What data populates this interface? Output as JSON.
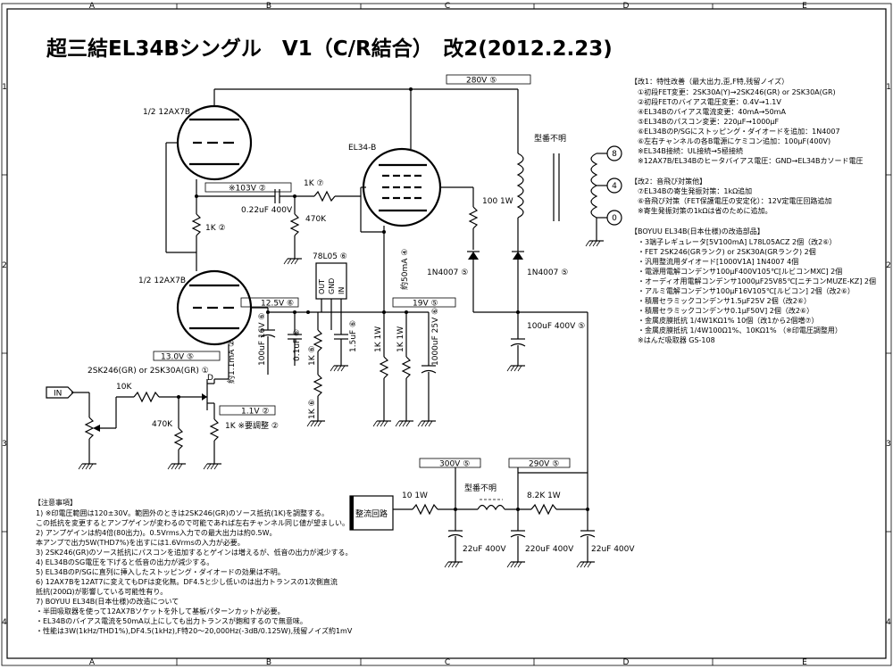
{
  "title": "超三結EL34Bシングル　V1（C/R結合）　改2(2012.2.23)",
  "border": {
    "cols": [
      "A",
      "B",
      "C",
      "D",
      "E"
    ],
    "rows": [
      "1",
      "2",
      "3",
      "4"
    ]
  },
  "tubes": {
    "upper": "1/2 12AX7B",
    "lower": "1/2 12AX7B",
    "power": "EL34-B"
  },
  "voltages": {
    "v280": "280V ⑤",
    "v103": "※103V ②",
    "v12_5": "12.5V ⑥",
    "v19": "19V ⑤",
    "v13": "13.0V ⑤",
    "v1_1": "1.1V ②",
    "v300": "300V ⑤",
    "v290": "290V ⑤"
  },
  "parts": {
    "r1k_grid": "1K ⑦",
    "cap_coupling": "0.22uF 400V",
    "r470k_grid": "470K",
    "r1k_mid": "1K ②",
    "regulator": "78L05 ⑥",
    "reg_pins": [
      "OUT",
      "GND",
      "IN"
    ],
    "cap100u16": "100uF 16V ⑥",
    "cap01u": "0.1uF ⑥",
    "cap15u": "1.5uF ⑥",
    "r1k1w_a": "1K 1W",
    "r1k1w_b": "1K 1W",
    "cap1000u": "1000uF 25V ⑥",
    "r1k_a": "1K ⑥",
    "r1k_b": "1K ⑥",
    "fet": "2SK246(GR) or 2SK30A(GR) ①",
    "fet_current": "約1.1mA ②",
    "r10k": "10K",
    "r470k_in": "470K",
    "r1k_src": "1K ※要調整 ②",
    "in_label": "IN",
    "el34_current": "約50mA ④",
    "r100_1w": "100 1W",
    "diode_left": "1N4007 ⑤",
    "diode_right": "1N4007 ⑤",
    "transformer": "型番不明",
    "taps": [
      "8",
      "4",
      "0"
    ],
    "cap100u400": "100uF 400V ⑤",
    "r10_1w": "10 1W",
    "choke": "型番不明",
    "r8_2k": "8.2K 1W",
    "ps_caps": [
      "22uF 400V",
      "220uF 400V",
      "22uF 400V"
    ],
    "rectifier": "整流回路"
  },
  "changes": {
    "heading1": "【改1：特性改善（最大出力,歪,F特,残留ノイズ）",
    "items1": [
      "①初段FET変更：2SK30A(Y)→2SK246(GR) or 2SK30A(GR)",
      "②初段FETのバイアス電圧変更：0.4V→1.1V",
      "④EL34Bのバイアス電流変更：40mA→50mA",
      "⑤EL34Bのパスコン変更：220µF→1000µF",
      "⑥EL34BのP/SGにストッピング・ダイオードを追加：1N4007",
      "⑥左右チャンネルの各B電源にケミコン追加：100µF(400V)",
      "※EL34B接続：UL接続→5極接続",
      "※12AX7B/EL34Bのヒータバイアス電圧：GND→EL34Bカソード電圧"
    ],
    "heading2": "【改2：音飛び対策他】",
    "items2": [
      "⑦EL34Bの寄生発振対策：1kΩ追加",
      "⑥音飛び対策（FET保護電圧の安定化）：12V定電圧回路追加",
      "※寄生発振対策の1kΩは省のために追加。"
    ],
    "heading3": "【BOYUU EL34B(日本仕様)の改造部品】",
    "items3": [
      "・3端子レギュレータ[5V100mA]  L78L05ACZ   2個（改2⑥）",
      "・FET  2SK246(GRランク) or 2SK30A(GRランク)   2個",
      "・汎用整流用ダイオード[1000V1A]  1N4007   4個",
      "・電源用電解コンデンサ100µF400V105℃[ルビコンMXC]   2個",
      "・オーディオ用電解コンデンサ1000µF25V85℃[ニチコンMUZE-KZ]   2個",
      "・アルミ電解コンデンサ100µF16V105℃[ルビコン]   2個（改2⑥）",
      "・積層セラミックコンデンサ1.5µF25V   2個（改2⑥）",
      "・積層セラミックコンデンサ0.1µF50V]   2個（改2⑥）",
      "・金属皮膜抵抗  1/4W1KΩ1%   10個（改1から2個増⑦）",
      "・金属皮膜抵抗  1/4W100Ω1%、10KΩ1%   （※印電圧調整用）",
      "※はんだ吸取器  GS-108"
    ]
  },
  "notes": {
    "heading": "【注意事項】",
    "items": [
      "1) ※印電圧範囲は120±30V。範囲外のときは2SK246(GR)のソース抵抗(1K)を調整する。",
      "    この抵抗を変更するとアンプゲインが変わるので可能であれば左右チャンネル同じ値が望ましい。",
      "2) アンプゲインは約4倍(80出力)。0.5Vrms入力での最大出力は約0.5W。",
      "    本アンプで出力5W(THD7%)を出すには1.6Vrmsの入力が必要。",
      "3) 2SK246(GR)のソース抵抗にパスコンを追加するとゲインは増えるが、低音の出力が減少する。",
      "4) EL34BのSG電圧を下げると低音の出力が減少する。",
      "5) EL34BのP/SGに直列に挿入したストッピング・ダイオードの効果は不明。",
      "6) 12AX7Bを12AT7に変えてもDFは変化無。DF4.5と少し低いのは出力トランスの1次側直流",
      "    抵抗(200Ω)が影響している可能性有り。",
      "7) BOYUU EL34B(日本仕様)の改造について",
      "  ・半田吸取器を使って12AX7Bソケットを外して基板パターンカットが必要。",
      "  ・EL34Bのバイアス電流を50mA以上にしても出力トランスが飽和するので無意味。",
      "  ・性能は3W(1kHz/THD1%),DF4.5(1kHz),F特20～20,000Hz(-3dB/0.125W),残留ノイズ約1mV"
    ]
  }
}
